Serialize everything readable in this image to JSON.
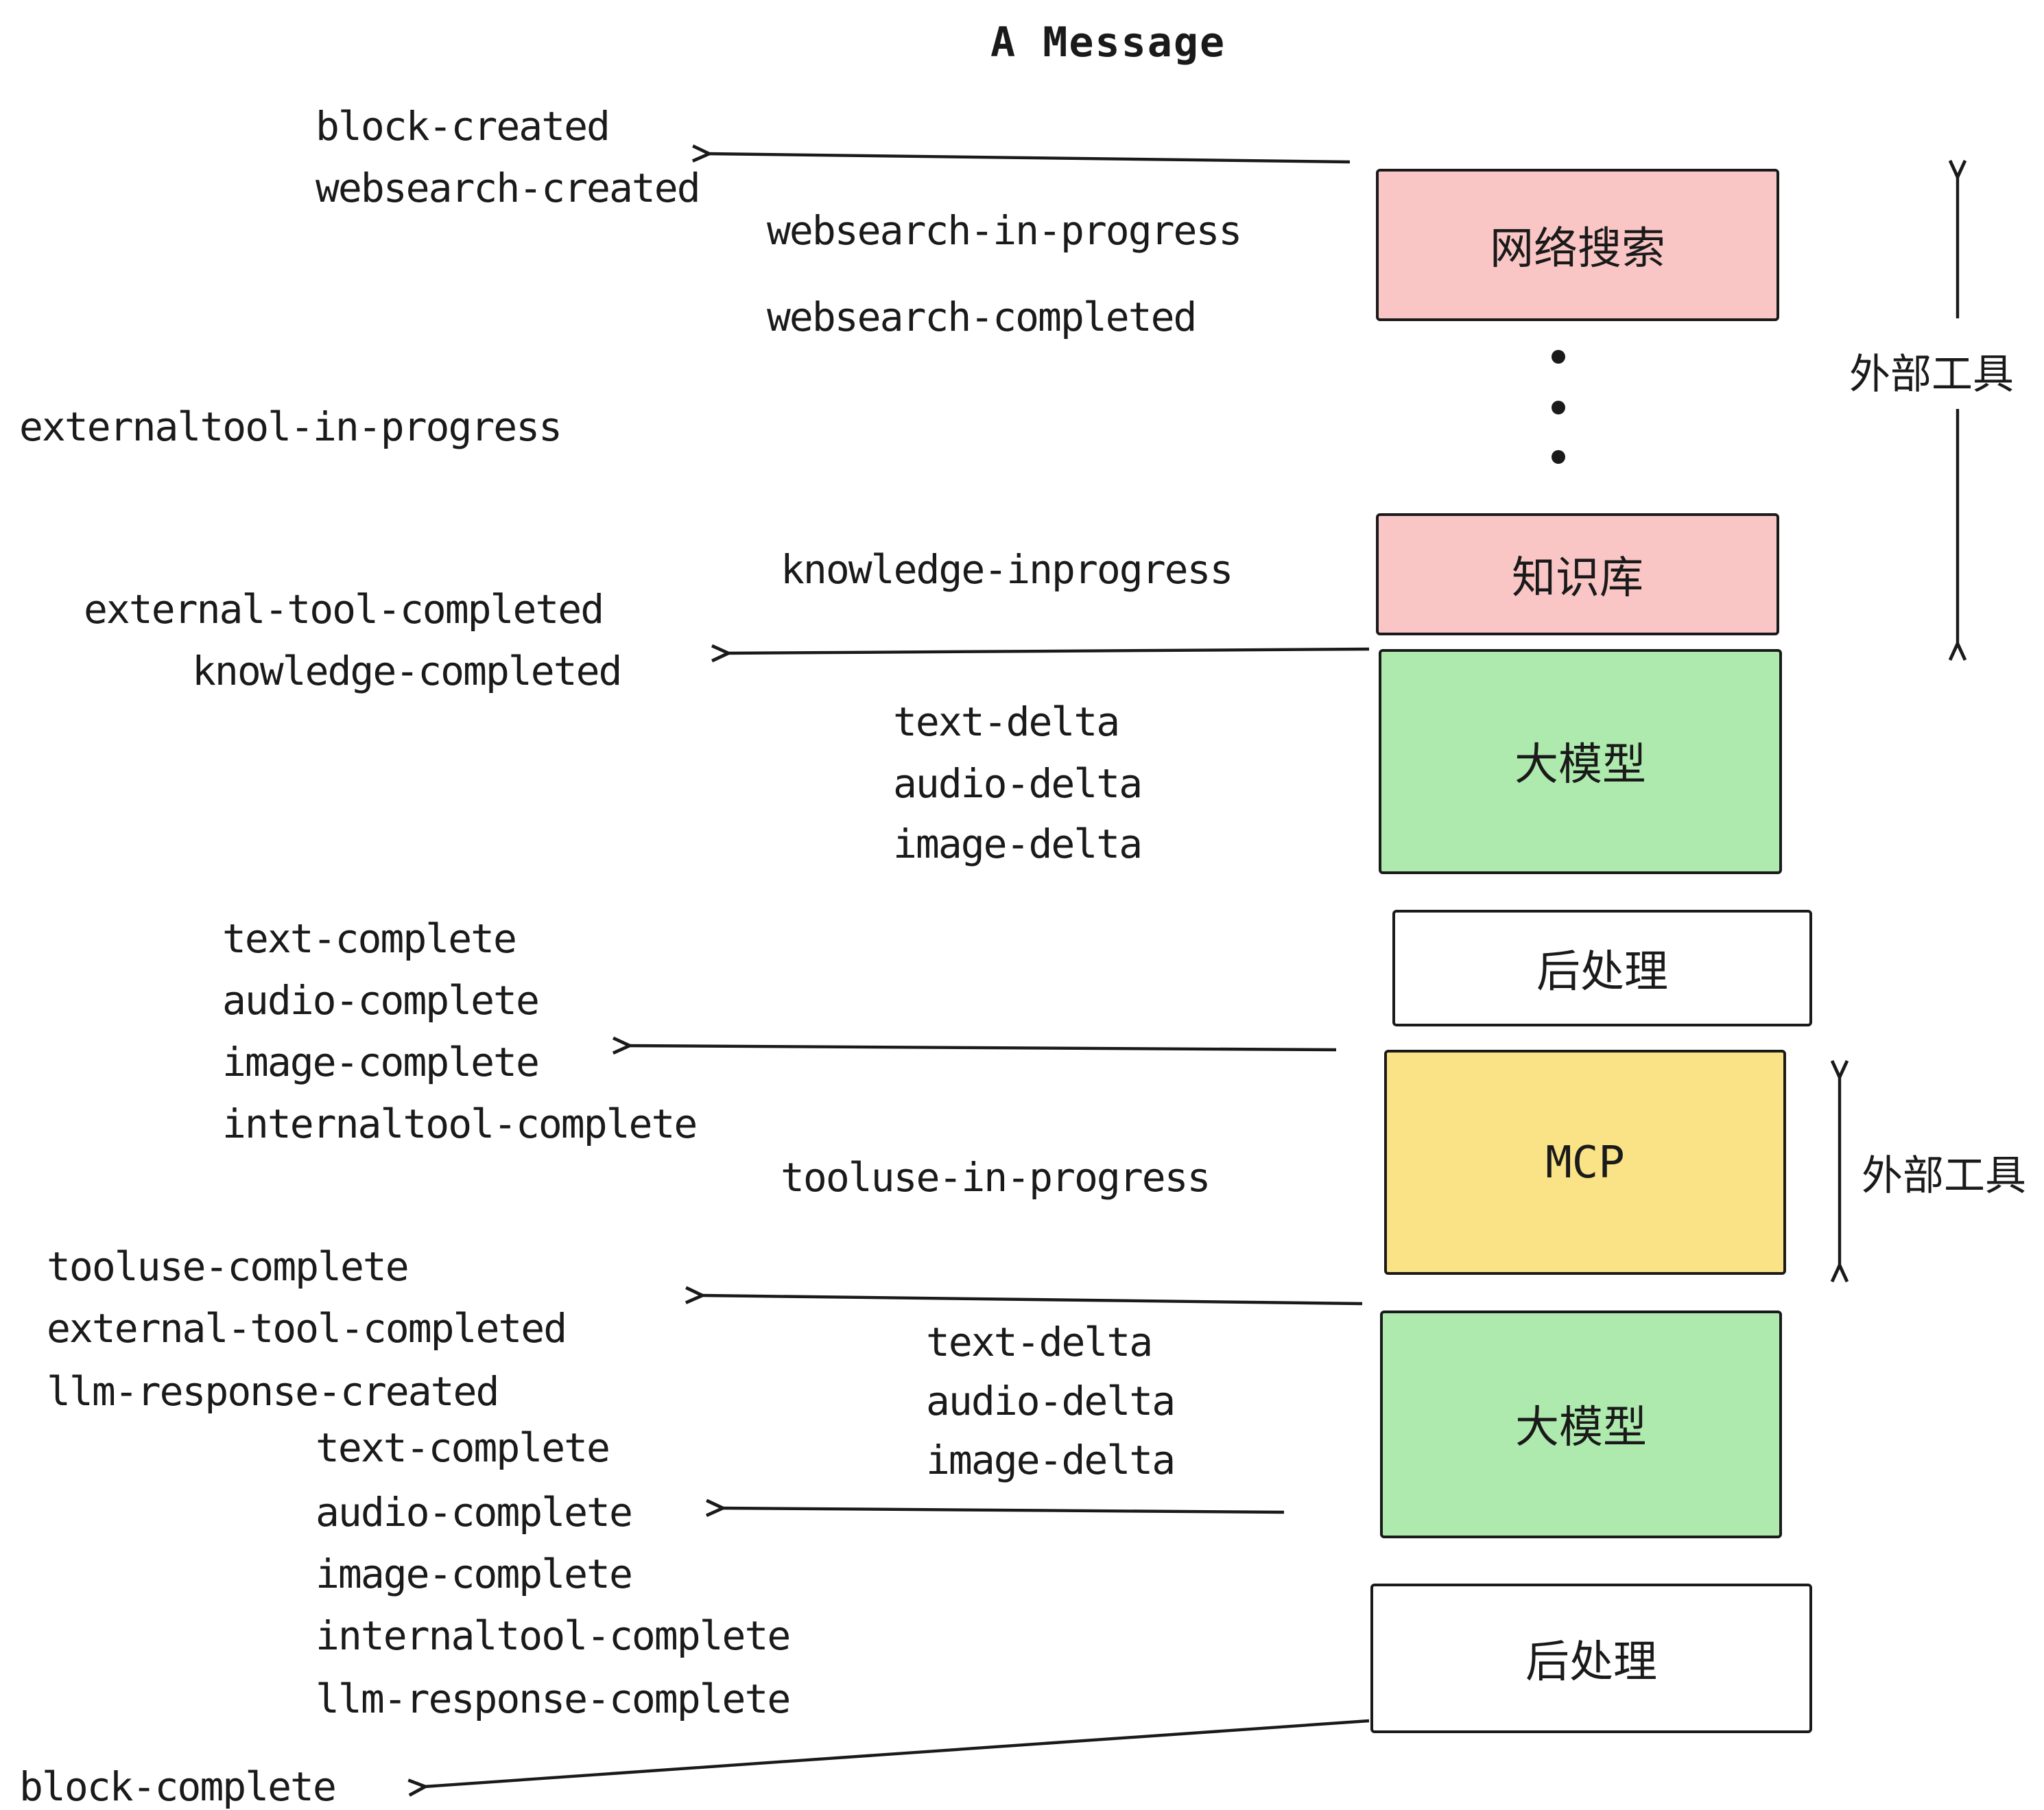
{
  "title": "A Message",
  "colors": {
    "pink": "#f9c6c5",
    "green": "#aeeaae",
    "yellow": "#f9e386",
    "white": "#ffffff",
    "stroke": "#1a1a1a"
  },
  "boxes": [
    {
      "id": "websearch",
      "label": "网络搜索",
      "color": "#f9c6c5"
    },
    {
      "id": "knowledge",
      "label": "知识库",
      "color": "#f9c6c5"
    },
    {
      "id": "llm1",
      "label": "大模型",
      "color": "#aeeaae"
    },
    {
      "id": "post1",
      "label": "后处理",
      "color": "#ffffff"
    },
    {
      "id": "mcp",
      "label": "MCP",
      "color": "#f9e386"
    },
    {
      "id": "llm2",
      "label": "大模型",
      "color": "#aeeaae"
    },
    {
      "id": "post2",
      "label": "后处理",
      "color": "#ffffff"
    }
  ],
  "side_labels": [
    {
      "label": "外部工具"
    },
    {
      "label": "外部工具"
    }
  ],
  "events": [
    {
      "label": "block-created"
    },
    {
      "label": "websearch-created"
    },
    {
      "label": "websearch-in-progress"
    },
    {
      "label": "websearch-completed"
    },
    {
      "label": "externaltool-in-progress"
    },
    {
      "label": "knowledge-inprogress"
    },
    {
      "label": "external-tool-completed"
    },
    {
      "label": "knowledge-completed"
    },
    {
      "label": "text-delta"
    },
    {
      "label": "audio-delta"
    },
    {
      "label": "image-delta"
    },
    {
      "label": "text-complete"
    },
    {
      "label": "audio-complete"
    },
    {
      "label": "image-complete"
    },
    {
      "label": "internaltool-complete"
    },
    {
      "label": "tooluse-in-progress"
    },
    {
      "label": "tooluse-complete"
    },
    {
      "label": "external-tool-completed"
    },
    {
      "label": "llm-response-created"
    },
    {
      "label": "text-delta"
    },
    {
      "label": "audio-delta"
    },
    {
      "label": "image-delta"
    },
    {
      "label": "text-complete"
    },
    {
      "label": "audio-complete"
    },
    {
      "label": "image-complete"
    },
    {
      "label": "internaltool-complete"
    },
    {
      "label": "llm-response-complete"
    },
    {
      "label": "block-complete"
    }
  ]
}
